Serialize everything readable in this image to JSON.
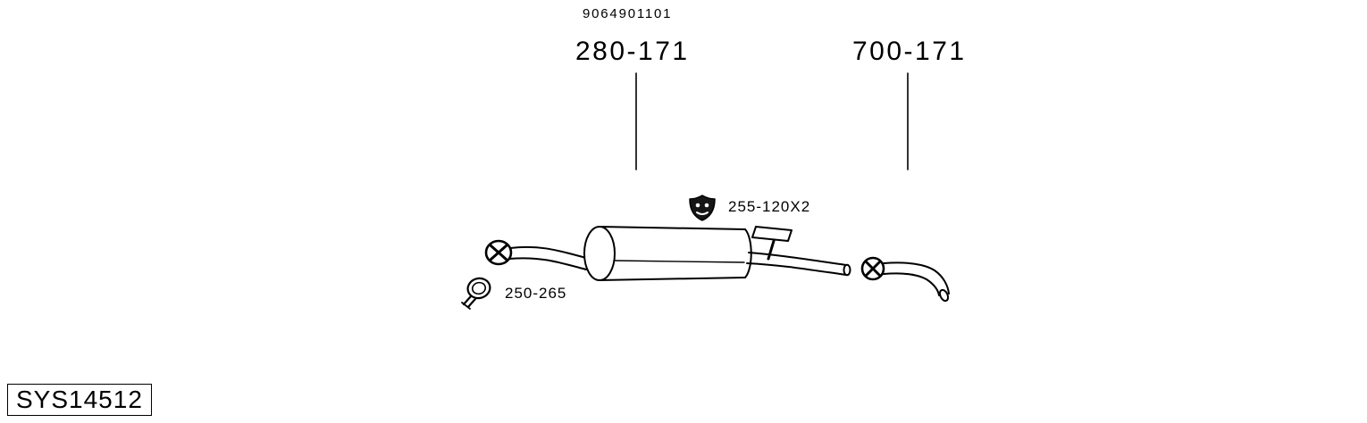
{
  "labels": {
    "oem_number": "9064901101",
    "part_left": "280-171",
    "part_right": "700-171",
    "mount": "255-120X2",
    "clamp": "250-265"
  },
  "footer": {
    "system_code": "SYS14512"
  },
  "icons": {
    "mount_icon": "rubber-mount-shield-icon",
    "clamp_icon": "pipe-clamp-icon"
  },
  "colors": {
    "background": "#ffffff",
    "line": "#000000"
  }
}
